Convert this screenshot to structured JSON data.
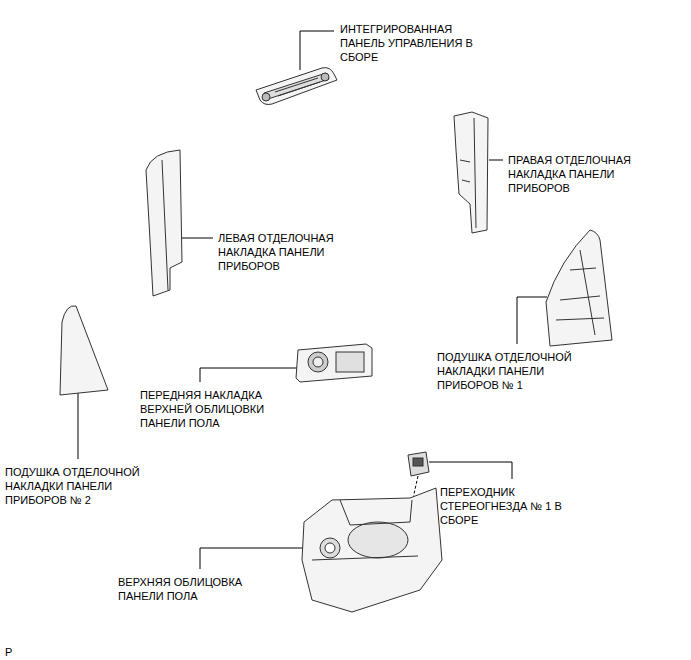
{
  "diagram": {
    "labels": [
      "ИНТЕГРИРОВАННАЯ ПАНЕЛЬ УПРАВЛЕНИЯ В СБОРЕ",
      "ПРАВАЯ ОТДЕЛОЧНАЯ НАКЛАДКА ПАНЕЛИ ПРИБОРОВ",
      "ЛЕВАЯ ОТДЕЛОЧНАЯ НАКЛАДКА ПАНЕЛИ ПРИБОРОВ",
      "ПОДУШКА ОТДЕЛОЧНОЙ НАКЛАДКИ ПАНЕЛИ ПРИБОРОВ № 1",
      "ПЕРЕДНЯЯ НАКЛАДКА ВЕРХНЕЙ ОБЛИЦОВКИ ПАНЕЛИ ПОЛА",
      "ПОДУШКА ОТДЕЛОЧНОЙ НАКЛАДКИ ПАНЕЛИ ПРИБОРОВ № 2",
      "ПЕРЕХОДНИК СТЕРЕОГНЕЗДА № 1 В СБОРЕ",
      "ВЕРХНЯЯ ОБЛИЦОВКА ПАНЕЛИ ПОЛА",
      "P"
    ]
  }
}
